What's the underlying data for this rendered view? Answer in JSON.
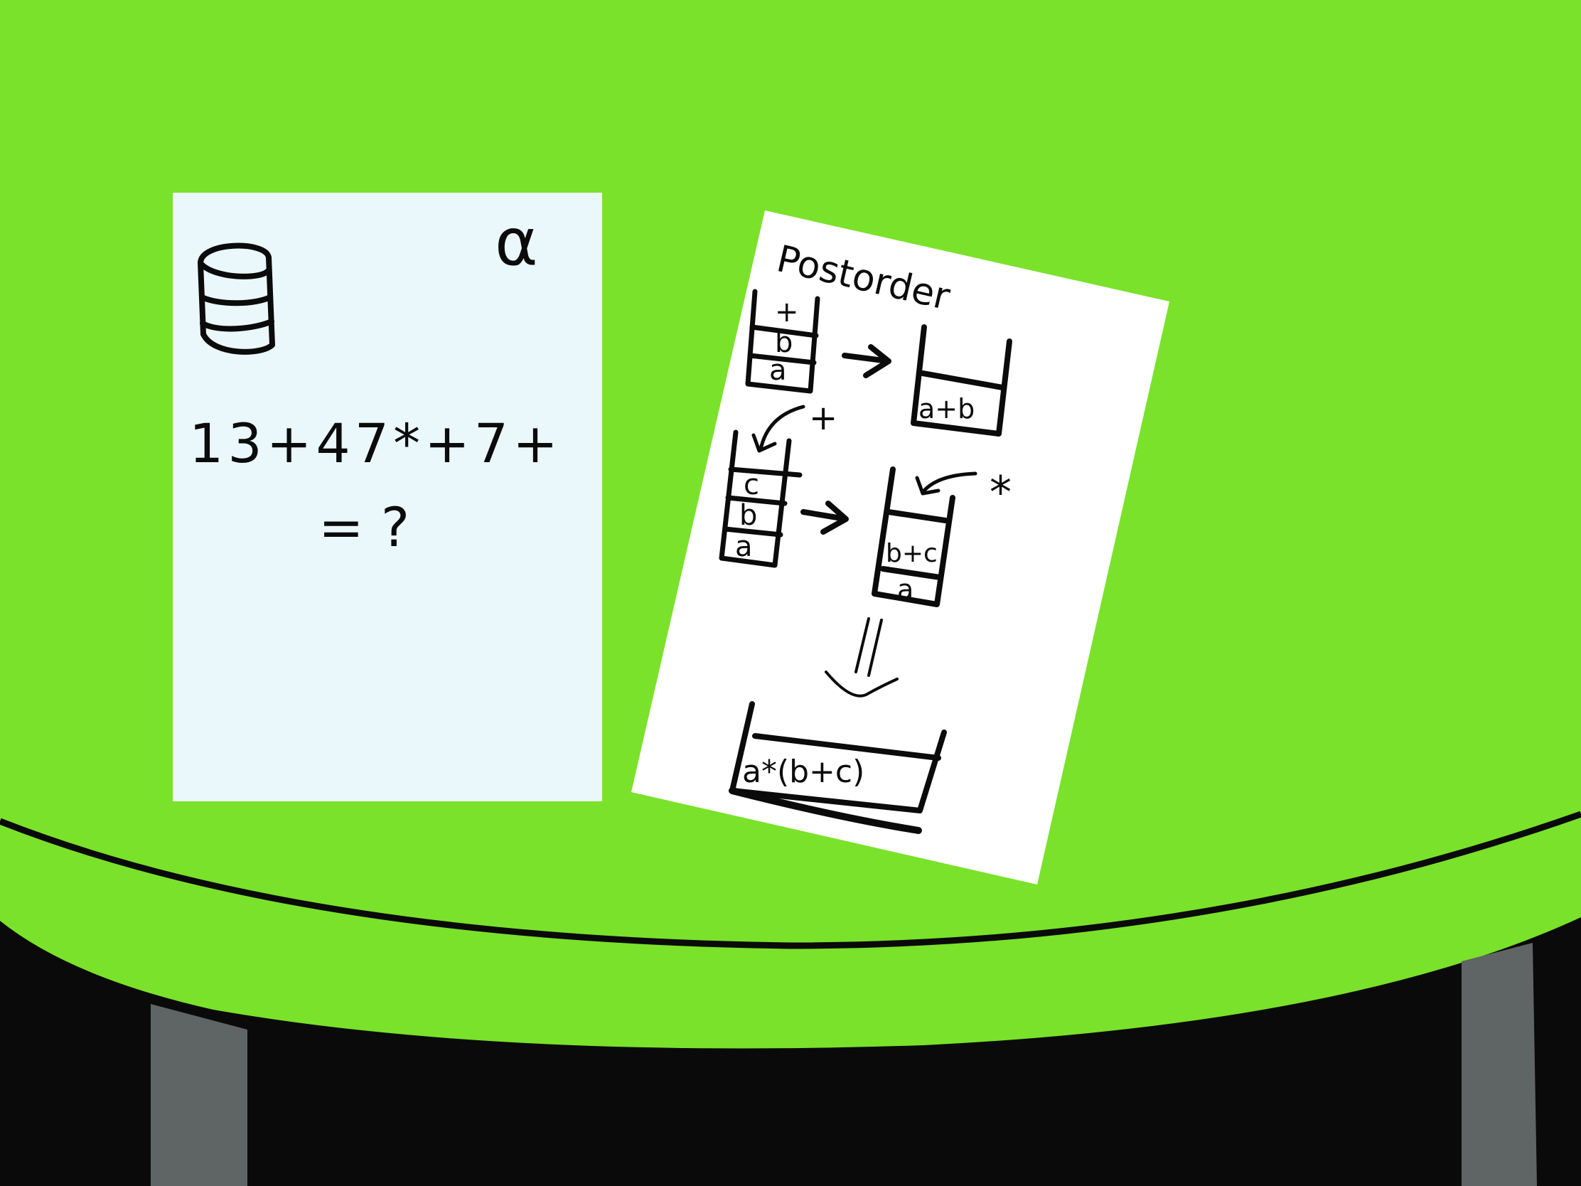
{
  "colors": {
    "board_green": "#7ae22a",
    "table_black": "#0a0a0a",
    "table_legs": "#5f6465",
    "left_card_bg": "#eaf7fb",
    "right_card_bg": "#ffffff",
    "ink": "#0b0b0b"
  },
  "left_card": {
    "icons": [
      "database-icon",
      "alpha-symbol-icon"
    ],
    "alpha_symbol": "α",
    "expression": "13+47*+7+",
    "answer_prompt": "= ?"
  },
  "right_card": {
    "title": "Postorder",
    "stack1": [
      "+",
      "b",
      "a"
    ],
    "result1": "a+b",
    "pop1_op": "+",
    "stack2": [
      "c",
      "b",
      "a"
    ],
    "result2": [
      "b+c",
      "a"
    ],
    "pop2_op": "*",
    "final_result": "a*(b+c)"
  }
}
